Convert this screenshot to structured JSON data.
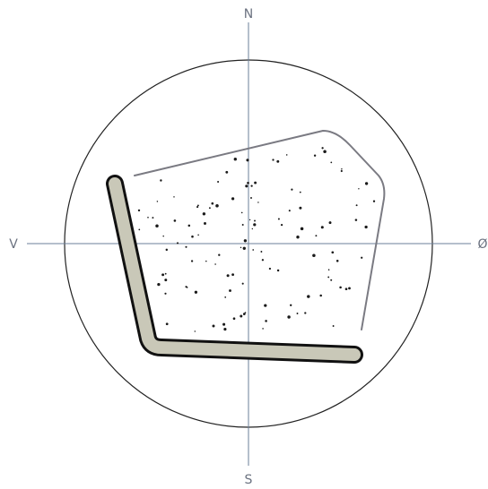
{
  "compass": {
    "north": "N",
    "south": "S",
    "west": "V",
    "east": "Ø"
  },
  "colors": {
    "circle": "#222222",
    "axes": "#6b7f99",
    "outline": "#7a7a82",
    "band_fill": "#c9c8b8",
    "band_stroke": "#111111",
    "dots": "#1a1a1a"
  },
  "footer": {
    "text": ""
  }
}
